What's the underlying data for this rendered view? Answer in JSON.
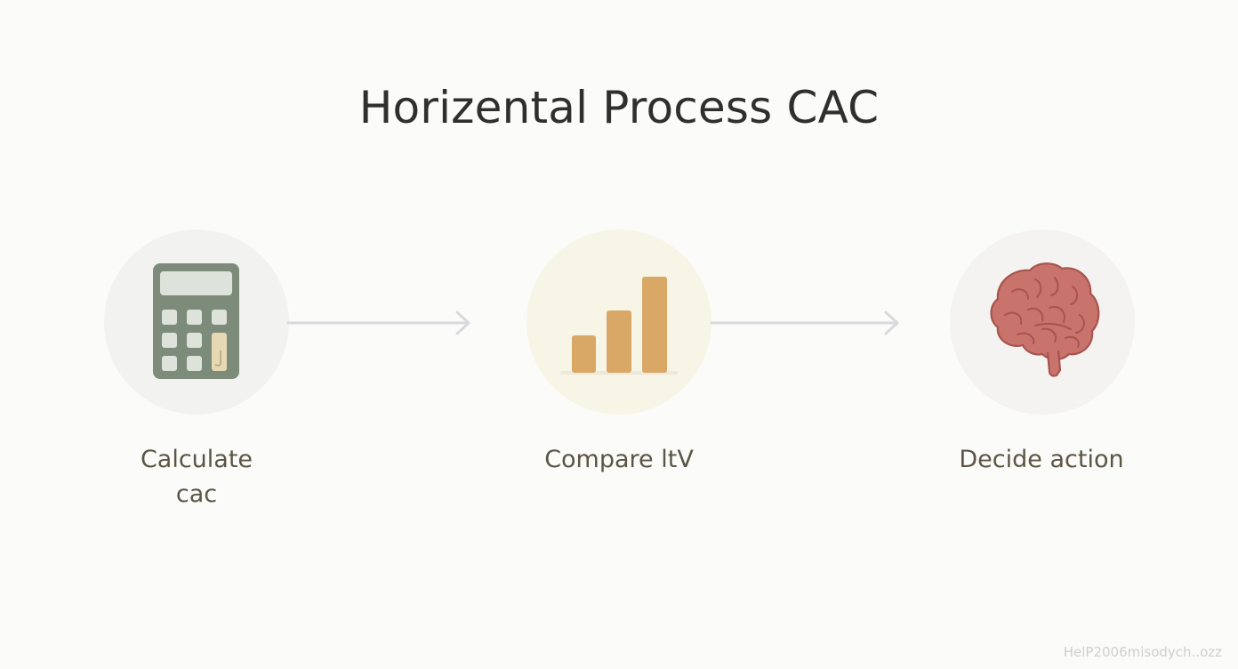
{
  "title": "Horizental Process CAC",
  "steps": [
    {
      "label": "Calculate cac",
      "icon": "calculator-icon"
    },
    {
      "label": "Compare ltV",
      "icon": "bar-chart-icon"
    },
    {
      "label": "Decide action",
      "icon": "brain-icon"
    }
  ],
  "colors": {
    "background": "#fbfbf9",
    "calculator": "#7d8c7a",
    "bars": "#d9a766",
    "brain": "#c8736c",
    "arrow": "#d8dade",
    "label": "#5c5545"
  },
  "watermark": "HelP2006misodych..ozz"
}
